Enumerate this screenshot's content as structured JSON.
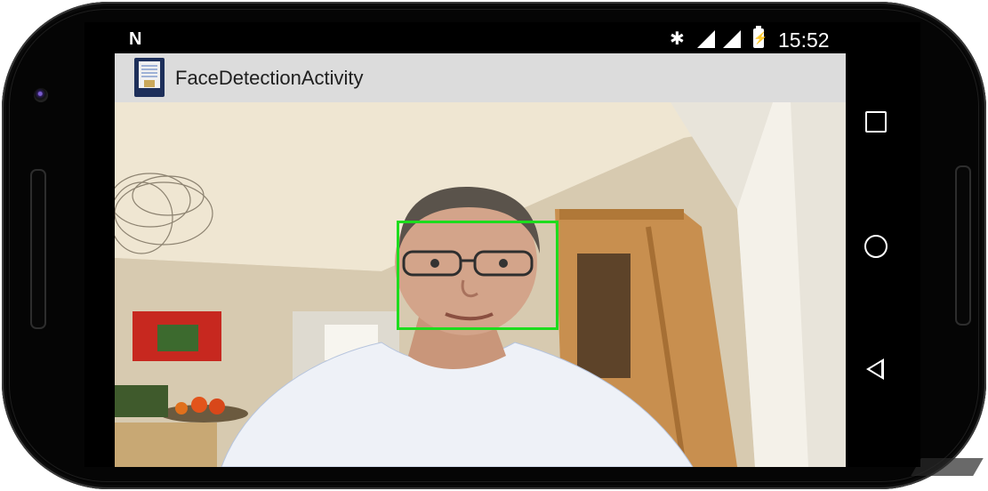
{
  "status_bar": {
    "notification_icon": "n-icon",
    "bluetooth_icon": "bluetooth-icon",
    "signal_icons": [
      "signal-icon",
      "signal-icon"
    ],
    "battery_icon": "battery-charging-icon",
    "time": "15:52"
  },
  "app_bar": {
    "icon": "app-icon",
    "title": "FaceDetectionActivity"
  },
  "preview": {
    "description_icon": "camera-preview",
    "face_box_color": "#1ddc1d"
  },
  "nav_bar": {
    "recents_icon": "recents-square-icon",
    "home_icon": "home-circle-icon",
    "back_icon": "back-triangle-icon"
  },
  "colors": {
    "app_bar": "#dcdcdc",
    "screen_background": "#000000",
    "face_box": "#1ddc1d"
  }
}
